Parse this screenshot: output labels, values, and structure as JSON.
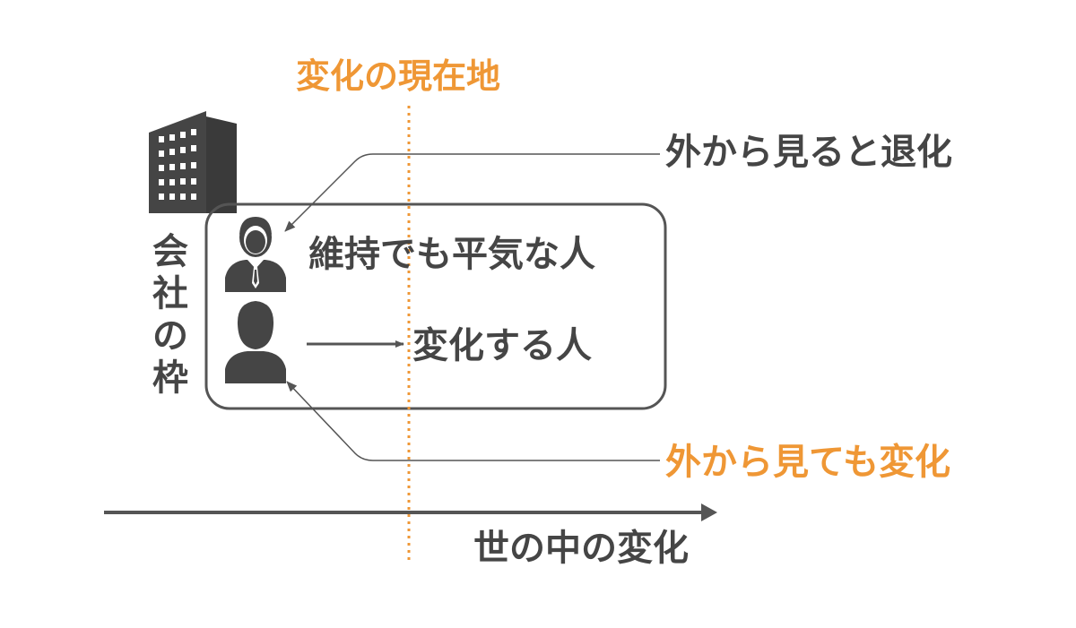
{
  "labels": {
    "current_position": "変化の現在地",
    "outside_regression": "外から見ると退化",
    "maintain_person": "維持でも平気な人",
    "changing_person": "変化する人",
    "outside_change": "外から見ても変化",
    "world_change": "世の中の変化",
    "company_frame": "会社の枠"
  },
  "icons": {
    "building": "office-building-icon",
    "person_suit": "businessman-icon",
    "person_plain": "person-silhouette-icon"
  },
  "colors": {
    "accent": "#ef9735",
    "dark": "#454545",
    "line": "#555555"
  }
}
